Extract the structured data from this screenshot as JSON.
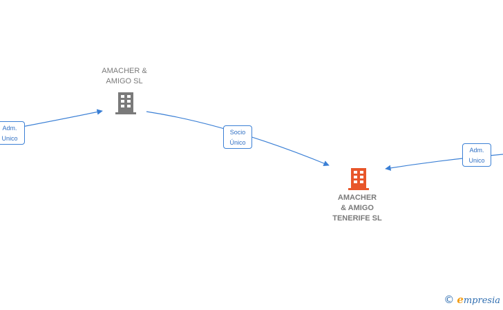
{
  "nodes": {
    "amacher_amigo": {
      "lines": [
        "AMACHER &",
        "AMIGO  SL"
      ],
      "color": "#7a7a7a"
    },
    "amacher_tenerife": {
      "lines": [
        "AMACHER",
        "& AMIGO",
        "TENERIFE  SL"
      ],
      "color": "#e8562a"
    }
  },
  "edges": {
    "left_adm": {
      "lines": [
        "Adm.",
        "Unico"
      ]
    },
    "socio": {
      "lines": [
        "Socio",
        "Único"
      ]
    },
    "right_adm": {
      "lines": [
        "Adm.",
        "Unico"
      ]
    }
  },
  "colors": {
    "edge": "#3a7fd5",
    "node_gray": "#7a7a7a",
    "node_orange": "#e8562a"
  },
  "footer": {
    "copyright_symbol": "©",
    "brand_initial": "e",
    "brand_rest": "mpresia"
  }
}
